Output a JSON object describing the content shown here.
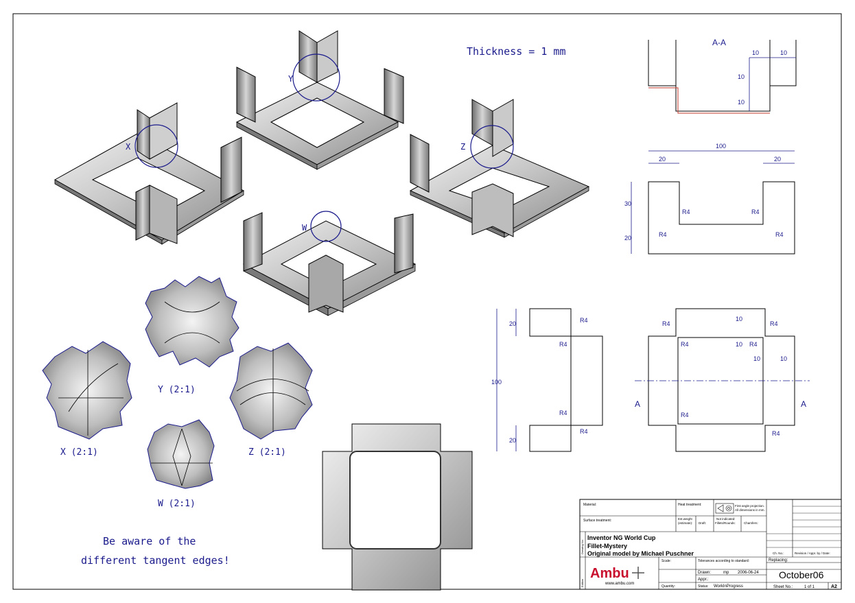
{
  "notes": {
    "thickness": "Thickness = 1 mm",
    "warning_line1": "Be aware of the",
    "warning_line2": "different tangent edges!"
  },
  "callouts": {
    "x": "X",
    "y": "Y",
    "z": "Z",
    "w": "W"
  },
  "details": {
    "x": "X (2:1)",
    "y": "Y (2:1)",
    "z": "Z (2:1)",
    "w": "W (2:1)"
  },
  "section": {
    "title": "A-A",
    "cut_left": "A",
    "cut_right": "A"
  },
  "dimensions": {
    "sec_10_a": "10",
    "sec_10_b": "10",
    "sec_10_c": "10",
    "sec_10_d": "10",
    "front_100": "100",
    "front_20_l": "20",
    "front_20_r": "20",
    "front_30": "30",
    "front_20_v": "20",
    "front_r4_a": "R4",
    "front_r4_b": "R4",
    "front_r4_c": "R4",
    "front_r4_d": "R4",
    "side_100": "100",
    "side_20_t": "20",
    "side_20_b": "20",
    "side_r4_a": "R4",
    "side_r4_b": "R4",
    "side_r4_c": "R4",
    "side_r4_d": "R4",
    "top_10_a": "10",
    "top_10_b": "10",
    "top_10_c": "10",
    "top_10_d": "10",
    "top_r4_a": "R4",
    "top_r4_b": "R4",
    "top_r4_c": "R4",
    "top_r4_d": "R4",
    "top_r4_e": "R4",
    "top_r4_f": "R4"
  },
  "title_block": {
    "material": "Material:",
    "heat_treatment": "Heat treatment:",
    "projection": "First angle projection.",
    "dim_in_mm": "All dimensions in mm.",
    "surface_treatment": "Surface treatment:",
    "weight": "Est.weight",
    "weight2": "(estimate):",
    "draft": "Draft:",
    "not_indicated": "Not indicated:",
    "fillets": "Fillets/Rounds:",
    "chamfers": "Chamfers:",
    "line1": "Inventor NG World Cup",
    "line2": "Fillet-Mystery",
    "line3": "Original model by Michael Puschner",
    "scale": "Scale:",
    "tolerances": "Tolerances according to standard:",
    "drawn": "Drawn:",
    "drawn_by": "mp",
    "drawn_date": "2006-06-24",
    "appr": "Appr.:",
    "quantity": "Quantity:",
    "status": "Status:",
    "status_val": "WorkInProgress",
    "replacing": "Replacing:",
    "ch_no": "Ch. No.:",
    "revision": "Revision / Appr. by / Date:",
    "drawing_no": "October06",
    "sheet_no": "Sheet No.:",
    "sheet_val": "1 of 1",
    "size": "A2",
    "brand": "Ambu",
    "website": "www.ambu.com",
    "side_text1": "Drawing No.",
    "side_text2": "Edition"
  },
  "colors": {
    "ink": "#1a1a8c",
    "line": "#000000",
    "metal_light": "#e6e6e6",
    "metal_dark": "#8a8a8a",
    "brand_red": "#c8102e"
  }
}
